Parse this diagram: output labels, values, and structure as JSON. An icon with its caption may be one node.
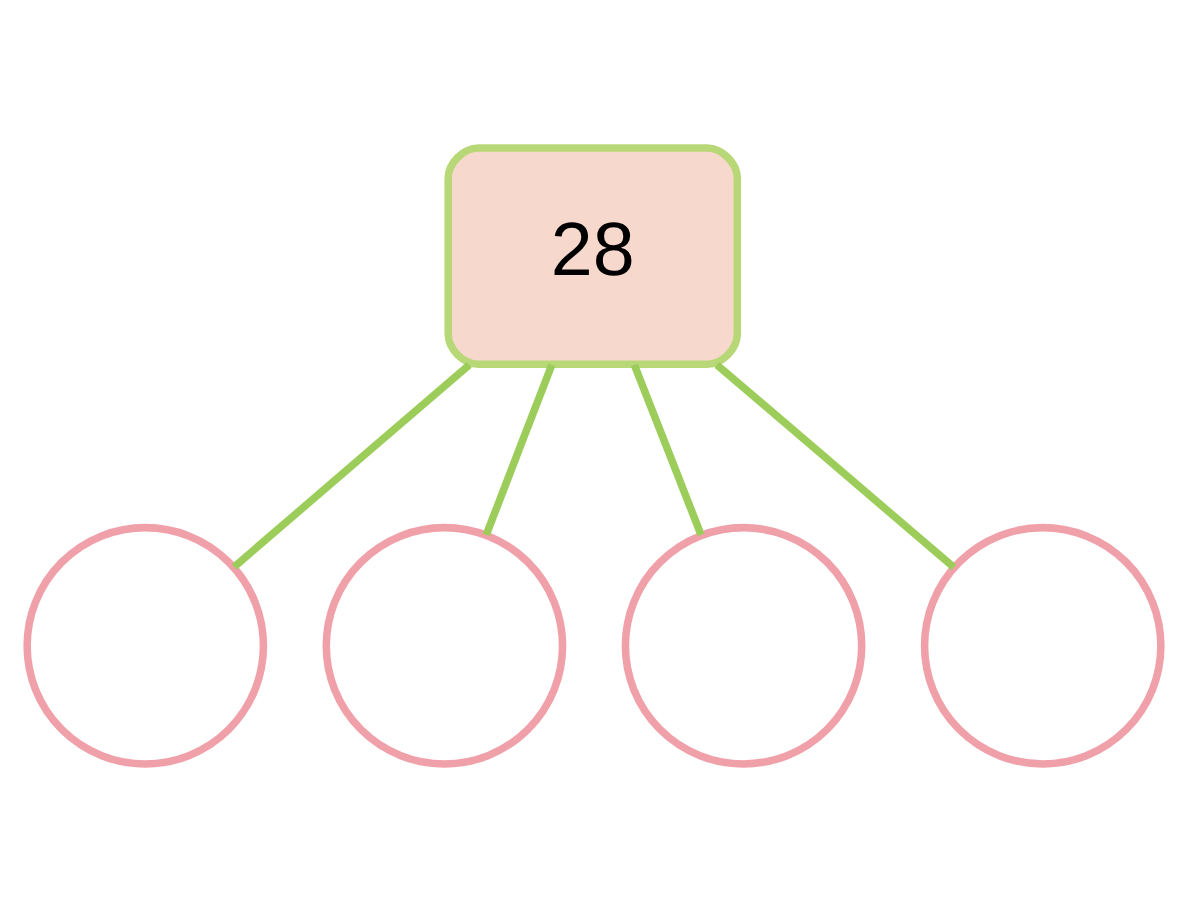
{
  "diagram": {
    "nodes": [
      {
        "text": [
          "28"
        ]
      },
      {
        "text": [],
        "shape": "circle"
      },
      {
        "text": [],
        "shape": "circle"
      },
      {
        "text": [],
        "shape": "circle"
      },
      {
        "text": [],
        "shape": "circle"
      }
    ],
    "edges": [
      {
        "from": 0,
        "to": 1,
        "arrow": "none"
      },
      {
        "from": 0,
        "to": 2,
        "arrow": "none"
      },
      {
        "from": 0,
        "to": 3,
        "arrow": "none"
      },
      {
        "from": 0,
        "to": 4,
        "arrow": "none"
      }
    ]
  }
}
